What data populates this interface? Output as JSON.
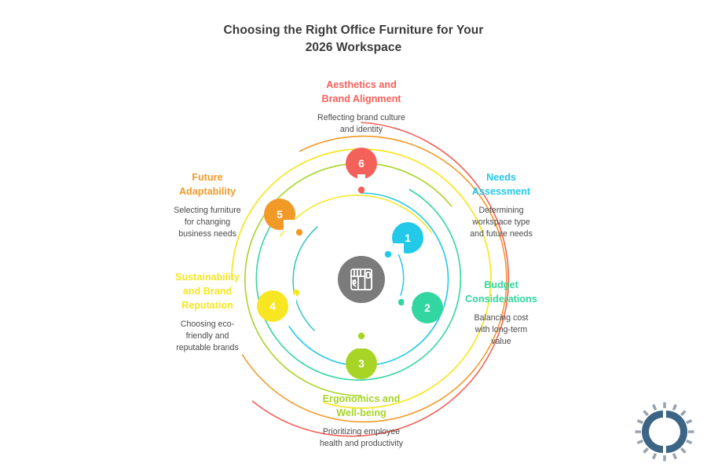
{
  "title": "Choosing the Right Office Furniture for Your 2026 Workspace",
  "title_line1": "Choosing the Right Office Furniture for Your",
  "title_line2": "2026 Workspace",
  "background_color": "#ffffff",
  "title_color": "#3a3a3a",
  "center": {
    "icon": "office-floorplan-icon",
    "circle_color": "#7b7b7b",
    "icon_color": "#ffffff"
  },
  "logo": {
    "name": "split-ring-logo",
    "ring_color": "#3b6485",
    "dash_color": "#9aa3ad"
  },
  "steps": [
    {
      "number": "6",
      "heading": "Aesthetics and Brand Alignment",
      "heading_line1": "Aesthetics and",
      "heading_line2": "Brand Alignment",
      "description": "Reflecting brand culture and identity",
      "desc_line1": "Reflecting brand culture",
      "desc_line2": "and identity",
      "color": "#f4605a",
      "align": "center"
    },
    {
      "number": "1",
      "heading": "Needs Assessment",
      "heading_line1": "Needs",
      "heading_line2": "Assessment",
      "description": "Determining workspace type and future needs",
      "desc_line1": "Determining",
      "desc_line2": "workspace type",
      "desc_line3": "and future needs",
      "color": "#22c9e8",
      "align": "center"
    },
    {
      "number": "2",
      "heading": "Budget Considerations",
      "heading_line1": "Budget",
      "heading_line2": "Considerations",
      "description": "Balancing cost with long-term value",
      "desc_line1": "Balancing cost",
      "desc_line2": "with long-term",
      "desc_line3": "value",
      "color": "#32d6a0",
      "align": "center"
    },
    {
      "number": "3",
      "heading": "Ergonomics and Well-being",
      "heading_line1": "Ergonomics and",
      "heading_line2": "Well-being",
      "description": "Prioritizing employee health and productivity",
      "desc_line1": "Prioritizing employee",
      "desc_line2": "health and productivity",
      "color": "#a8d426",
      "align": "center"
    },
    {
      "number": "4",
      "heading": "Sustainability and Brand Reputation",
      "heading_line1": "Sustainability",
      "heading_line2": "and Brand",
      "heading_line3": "Reputation",
      "description": "Choosing eco-friendly and reputable brands",
      "desc_line1": "Choosing eco-",
      "desc_line2": "friendly and",
      "desc_line3": "reputable brands",
      "color": "#f7e621",
      "align": "center"
    },
    {
      "number": "5",
      "heading": "Future Adaptability",
      "heading_line1": "Future",
      "heading_line2": "Adaptability",
      "description": "Selecting furniture for changing business needs",
      "desc_line1": "Selecting furniture",
      "desc_line2": "for changing",
      "desc_line3": "business needs",
      "color": "#f29a28",
      "align": "center"
    }
  ]
}
